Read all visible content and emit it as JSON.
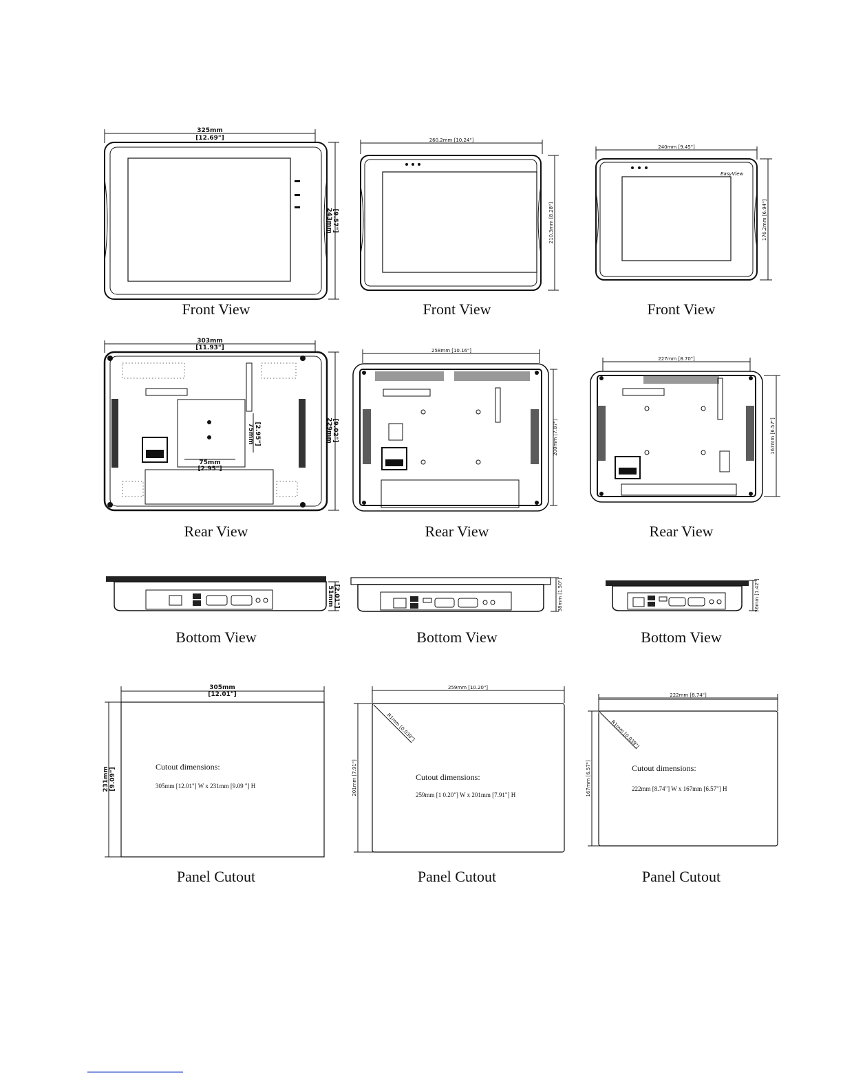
{
  "view_labels": {
    "front": "Front View",
    "rear": "Rear View",
    "bottom": "Bottom View",
    "cutout": "Panel Cutout"
  },
  "columns": [
    {
      "front_width": "325mm",
      "front_width_in": "[12.69\"]",
      "front_height": "243mm",
      "front_height_in": "[9.57\"]",
      "rear_width": "303mm",
      "rear_width_in": "[11.93\"]",
      "rear_height": "229mm",
      "rear_height_in": "[9.02\"]",
      "vesa_v": "75mm",
      "vesa_v_in": "[2.95\"]",
      "vesa_h": "75mm",
      "vesa_h_in": "[2.95\"]",
      "bottom_depth": "51mm",
      "bottom_depth_in": "[2.01\"]",
      "cutout_width": "305mm",
      "cutout_width_in": "[12.01\"]",
      "cutout_height": "231mm",
      "cutout_height_in": "[9.09\"]",
      "cutout_title": "Cutout dimensions:",
      "cutout_text": "305mm [12.01\"] W x 231mm [9.09 \"] H"
    },
    {
      "front_width": "260.2mm [10.24\"]",
      "front_height": "210.3mm [8.28\"]",
      "rear_width": "258mm [10.16\"]",
      "rear_height": "200mm [7.87\"]",
      "bottom_depth": "38mm [1.50\"]",
      "cutout_width": "259mm [10.20\"]",
      "cutout_height": "201mm [7.91\"]",
      "cutout_radius": "R1mm [0.039\"]",
      "cutout_title": "Cutout dimensions:",
      "cutout_text": "259mm [1 0.20\"] W x 201mm [7.91\"] H"
    },
    {
      "front_width": "240mm [9.45\"]",
      "front_height": "176.2mm [6.94\"]",
      "brand": "EasyView",
      "rear_width": "227mm [8.70\"]",
      "rear_height": "167mm [6.57\"]",
      "bottom_depth": "36mm [1.42\"]",
      "cutout_width": "222mm [8.74\"]",
      "cutout_height": "167mm [6.57\"]",
      "cutout_radius": "R1mm [0.039\"]",
      "cutout_title": "Cutout dimensions:",
      "cutout_text": "222mm [8.74\"] W x 167mm [6.57\"] H"
    }
  ]
}
